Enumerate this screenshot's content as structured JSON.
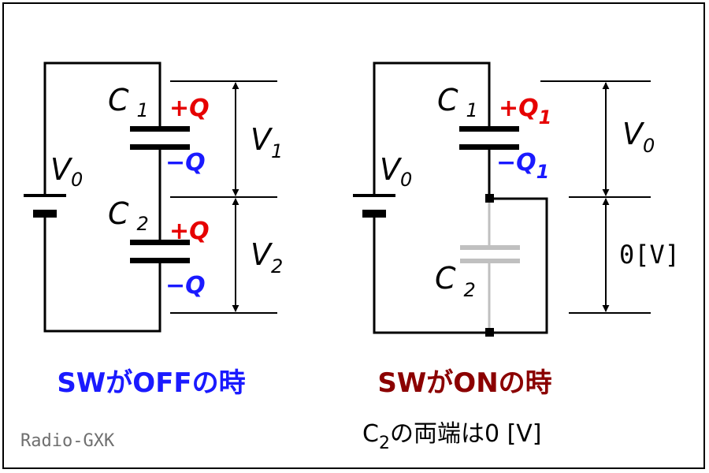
{
  "colors": {
    "positive": "#e60000",
    "negative": "#1a1aff",
    "off_caption": "#1a1aff",
    "on_caption": "#8b0000",
    "wire": "#000000",
    "shorted": "#c0c0c0",
    "watermark": "#6f6f6f"
  },
  "off_circuit": {
    "source": {
      "name": "V",
      "sub": "0"
    },
    "c1": {
      "name": "C",
      "sub": "1",
      "top_charge": "+Q",
      "bottom_charge": "−Q"
    },
    "c2": {
      "name": "C",
      "sub": "2",
      "top_charge": "+Q",
      "bottom_charge": "−Q"
    },
    "v1": {
      "name": "V",
      "sub": "1"
    },
    "v2": {
      "name": "V",
      "sub": "2"
    },
    "caption": "SWがOFFの時"
  },
  "on_circuit": {
    "source": {
      "name": "V",
      "sub": "0"
    },
    "c1": {
      "name": "C",
      "sub": "1",
      "top_charge": "+Q",
      "top_charge_sub": "1",
      "bottom_charge": "−Q",
      "bottom_charge_sub": "1"
    },
    "c2": {
      "name": "C",
      "sub": "2"
    },
    "v_upper": {
      "name": "V",
      "sub": "0"
    },
    "v_lower": "0[V]",
    "caption": "SWがONの時",
    "note": {
      "prefix": "C",
      "sub": "2",
      "rest": "の両端は0 [V]"
    }
  },
  "watermark": "Radio-GXK"
}
